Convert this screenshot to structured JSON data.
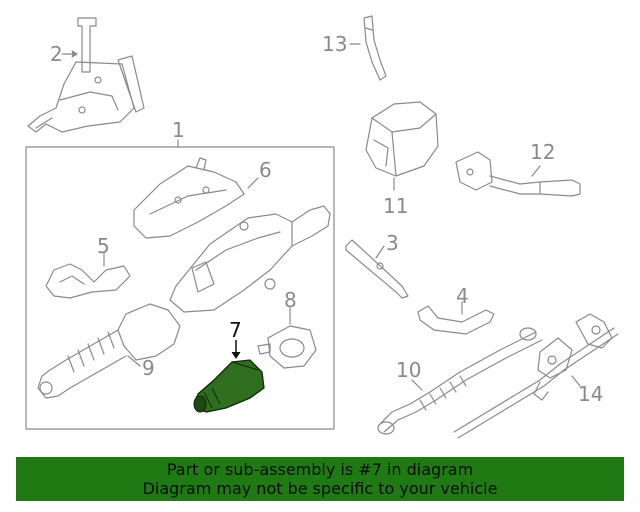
{
  "diagram": {
    "callouts": [
      "1",
      "2",
      "3",
      "4",
      "5",
      "6",
      "7",
      "8",
      "9",
      "10",
      "11",
      "12",
      "13",
      "14"
    ],
    "highlighted_callout": "7",
    "colors": {
      "line": "#8a8a8a",
      "highlight_part": "#2e6e1e",
      "banner": "#1f7a14",
      "label": "#8a8a8a",
      "highlight_label": "#111111"
    }
  },
  "banner": {
    "line1": "Part or sub-assembly is #7 in diagram",
    "line2": "Diagram may not be specific to your vehicle"
  }
}
